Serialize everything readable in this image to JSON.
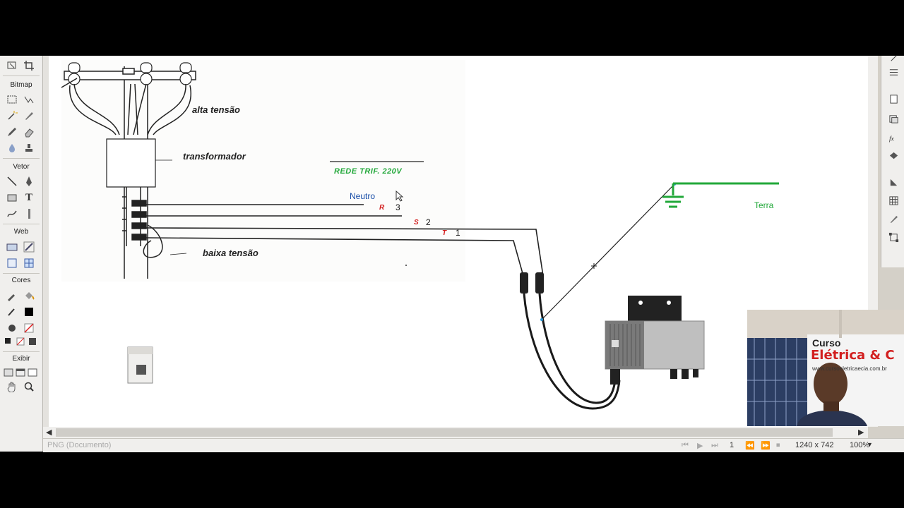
{
  "toolbar": {
    "sections": {
      "bitmap": "Bitmap",
      "vetor": "Vetor",
      "web": "Web",
      "cores": "Cores",
      "exibir": "Exibir"
    }
  },
  "diagram": {
    "labels": {
      "alta_tensao": "alta tensão",
      "transformador": "transformador",
      "baixa_tensao": "baixa tensão",
      "rede_trif": "REDE TRIF. 220V",
      "neutro": "Neutro",
      "terra": "Terra"
    },
    "phases": [
      {
        "letter": "R",
        "number": "3"
      },
      {
        "letter": "S",
        "number": "2"
      },
      {
        "letter": "T",
        "number": "1"
      }
    ]
  },
  "webcam": {
    "banner_line1": "Curso",
    "banner_line2": "Elétrica & C",
    "banner_url": "www.cursoeletricaecia.com.br"
  },
  "status": {
    "document": "PNG (Documento)",
    "page": "1",
    "size": "1240 x 742",
    "zoom": "100%"
  },
  "colors": {
    "green": "#22a83a",
    "blue": "#1a4fa8",
    "red": "#d21f1f"
  }
}
